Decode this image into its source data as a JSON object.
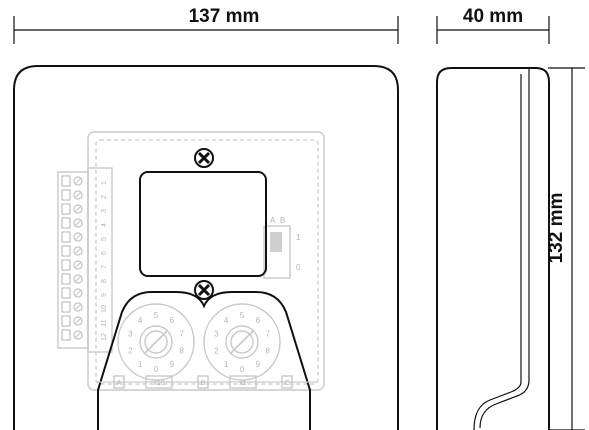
{
  "dimensions": {
    "width": "137 mm",
    "depth": "40 mm",
    "height": "132 mm"
  },
  "terminal_numbers": [
    "1",
    "2",
    "3",
    "4",
    "5",
    "6",
    "7",
    "8",
    "9",
    "10",
    "11",
    "12"
  ],
  "switch": {
    "labels": [
      "A",
      "B"
    ],
    "positions": [
      "1",
      "0"
    ]
  },
  "dials": [
    {
      "name": "x10",
      "numbers": [
        "0",
        "1",
        "2",
        "3",
        "4",
        "5",
        "6",
        "7",
        "8",
        "9"
      ]
    },
    {
      "name": "x1",
      "numbers": [
        "0",
        "1",
        "2",
        "3",
        "4",
        "5",
        "6",
        "7",
        "8",
        "9"
      ]
    }
  ],
  "bottom_labels": [
    "A",
    "x10",
    "B",
    "x1",
    "C"
  ]
}
